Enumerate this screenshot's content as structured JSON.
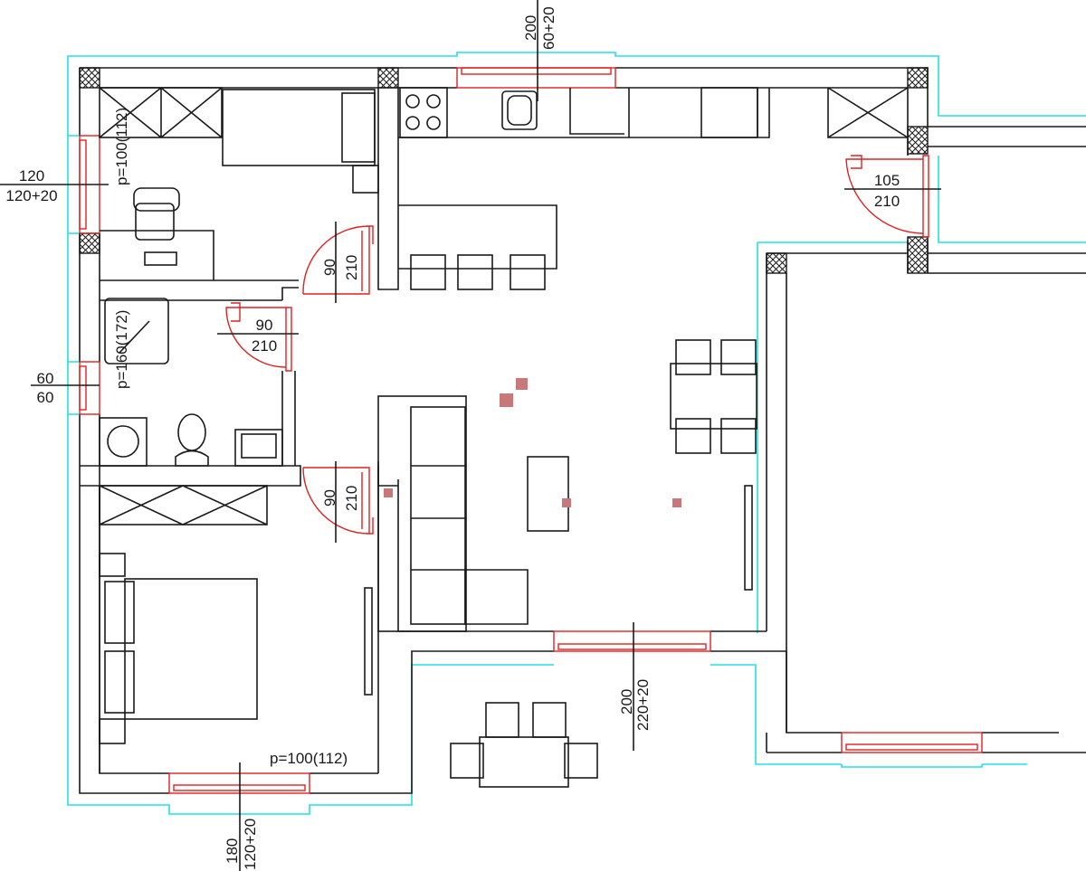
{
  "title": "Apartment floor plan",
  "dimensions": {
    "window_bedroom1": {
      "width": "120",
      "height": "120+20"
    },
    "window_bedroom1_sill": "p=100(112)",
    "door_bedroom1": {
      "width": "90",
      "height": "210"
    },
    "door_bathroom": {
      "width": "90",
      "height": "210"
    },
    "window_bathroom_sill": "p=160(172)",
    "window_bathroom": {
      "width": "60",
      "height": "60"
    },
    "door_bedroom2": {
      "width": "90",
      "height": "210"
    },
    "window_kitchen": {
      "width": "200",
      "height": "60+20"
    },
    "door_entrance": {
      "width": "105",
      "height": "210"
    },
    "door_balcony": {
      "width": "200",
      "height": "220+20"
    },
    "window_bedroom2_sill": "p=100(112)",
    "window_bedroom2": {
      "width": "180",
      "height": "120+20"
    }
  },
  "colors": {
    "walls": "#1a1a1a",
    "openings": "#e02020",
    "outline": "#22e0e8"
  }
}
